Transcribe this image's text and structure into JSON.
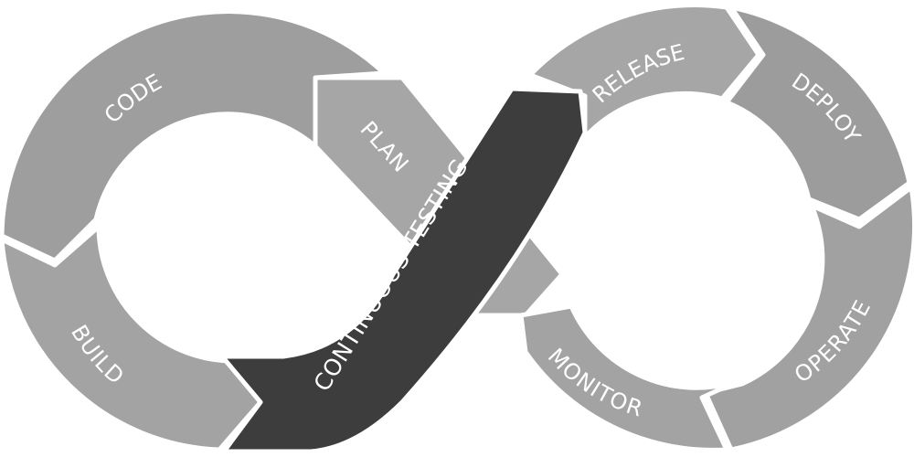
{
  "colors": {
    "background": "#ffffff",
    "stage": "#9e9e9e",
    "stage_alt": "#a6a6a6",
    "highlight": "#3d3d3d",
    "label": "#ffffff"
  },
  "stages": [
    {
      "id": "code",
      "label": "CODE"
    },
    {
      "id": "build",
      "label": "BUILD"
    },
    {
      "id": "plan",
      "label": "PLAN"
    },
    {
      "id": "release",
      "label": "RELEASE"
    },
    {
      "id": "deploy",
      "label": "DEPLOY"
    },
    {
      "id": "operate",
      "label": "OPERATE"
    },
    {
      "id": "monitor",
      "label": "MONITOR"
    }
  ],
  "center": {
    "label": "CONTINUOUS TESTING"
  }
}
